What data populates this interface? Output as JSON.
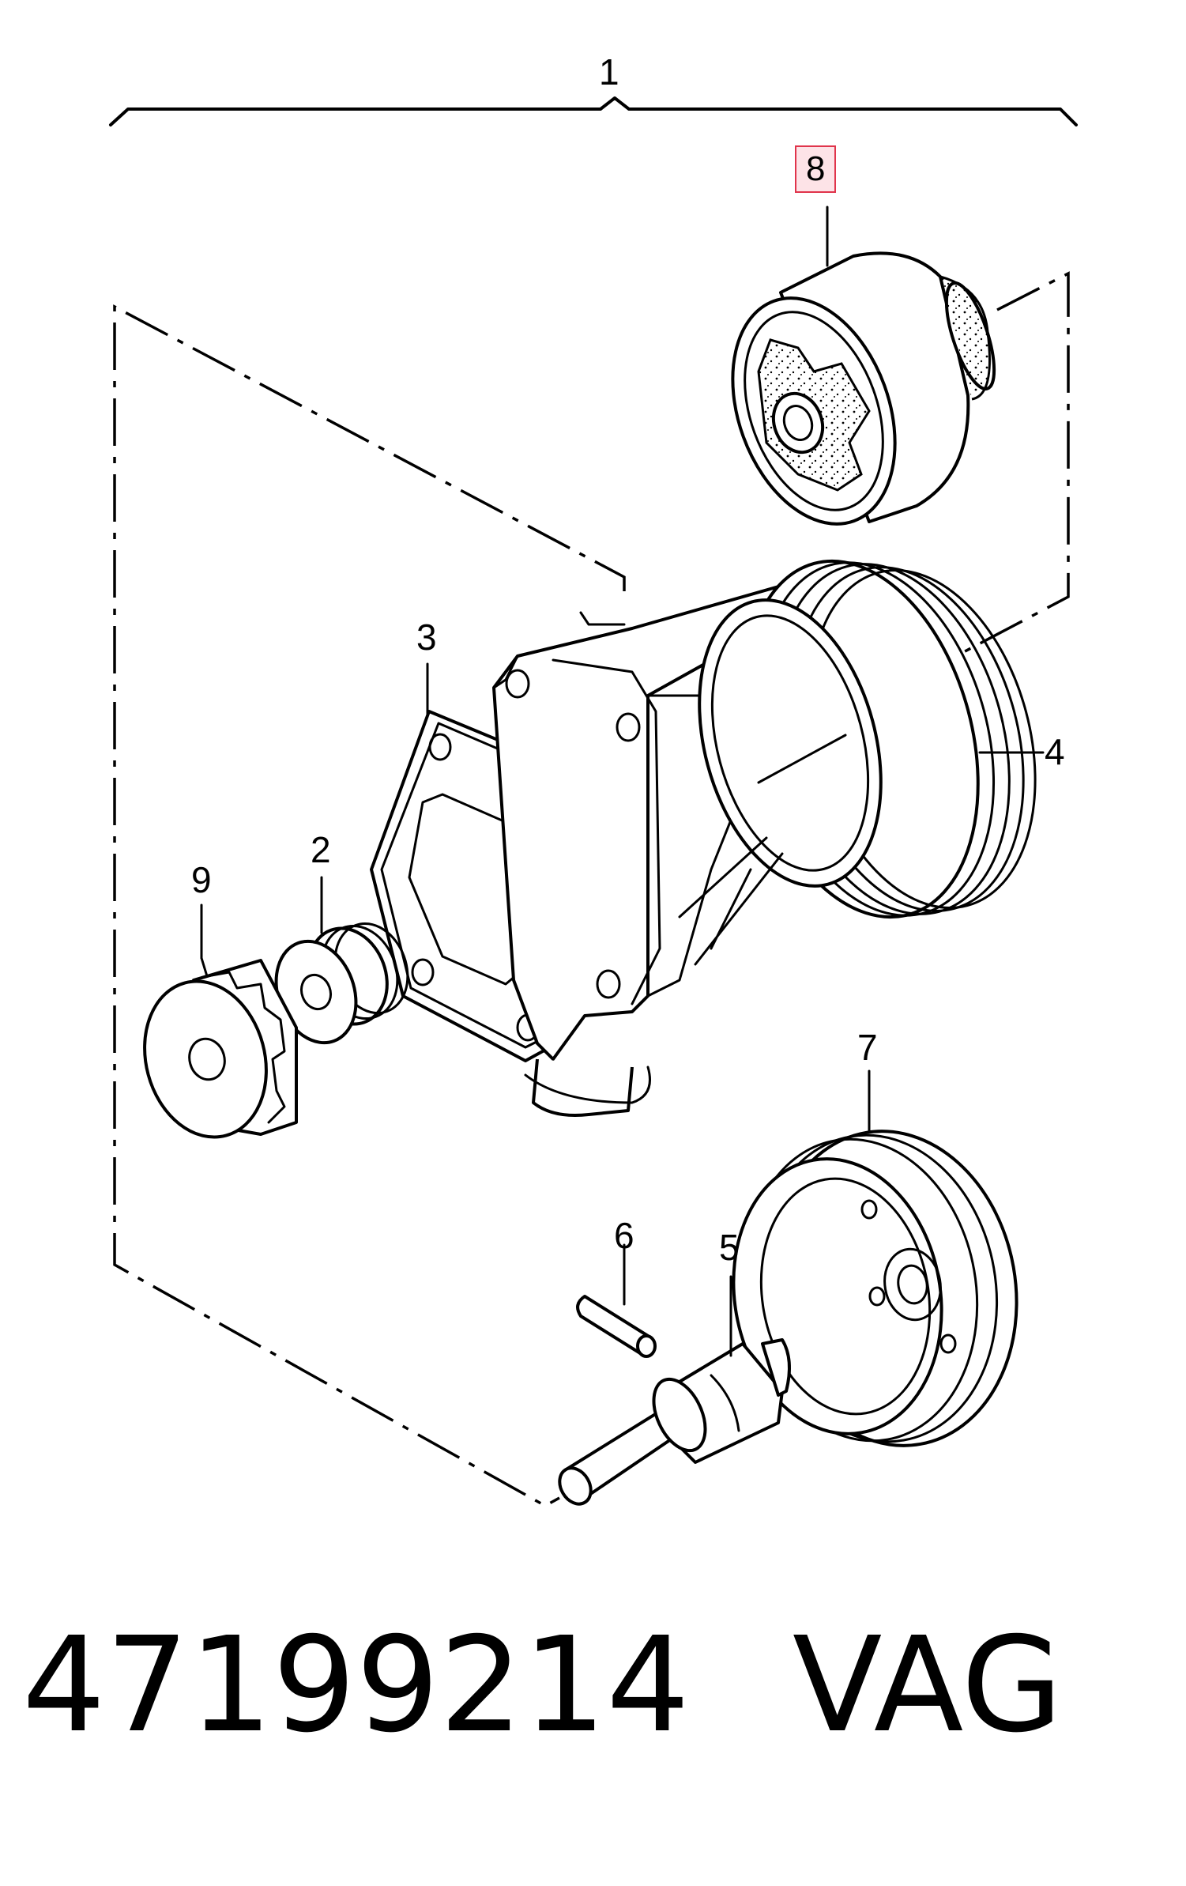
{
  "diagram": {
    "callouts": [
      {
        "id": "1",
        "label": "1"
      },
      {
        "id": "2",
        "label": "2"
      },
      {
        "id": "3",
        "label": "3"
      },
      {
        "id": "4",
        "label": "4"
      },
      {
        "id": "5",
        "label": "5"
      },
      {
        "id": "6",
        "label": "6"
      },
      {
        "id": "7",
        "label": "7"
      },
      {
        "id": "8",
        "label": "8",
        "highlighted": true
      },
      {
        "id": "9",
        "label": "9"
      }
    ],
    "highlight_color": "#e0344b"
  },
  "footer": {
    "part_number": "47199214",
    "brand": "VAG"
  }
}
